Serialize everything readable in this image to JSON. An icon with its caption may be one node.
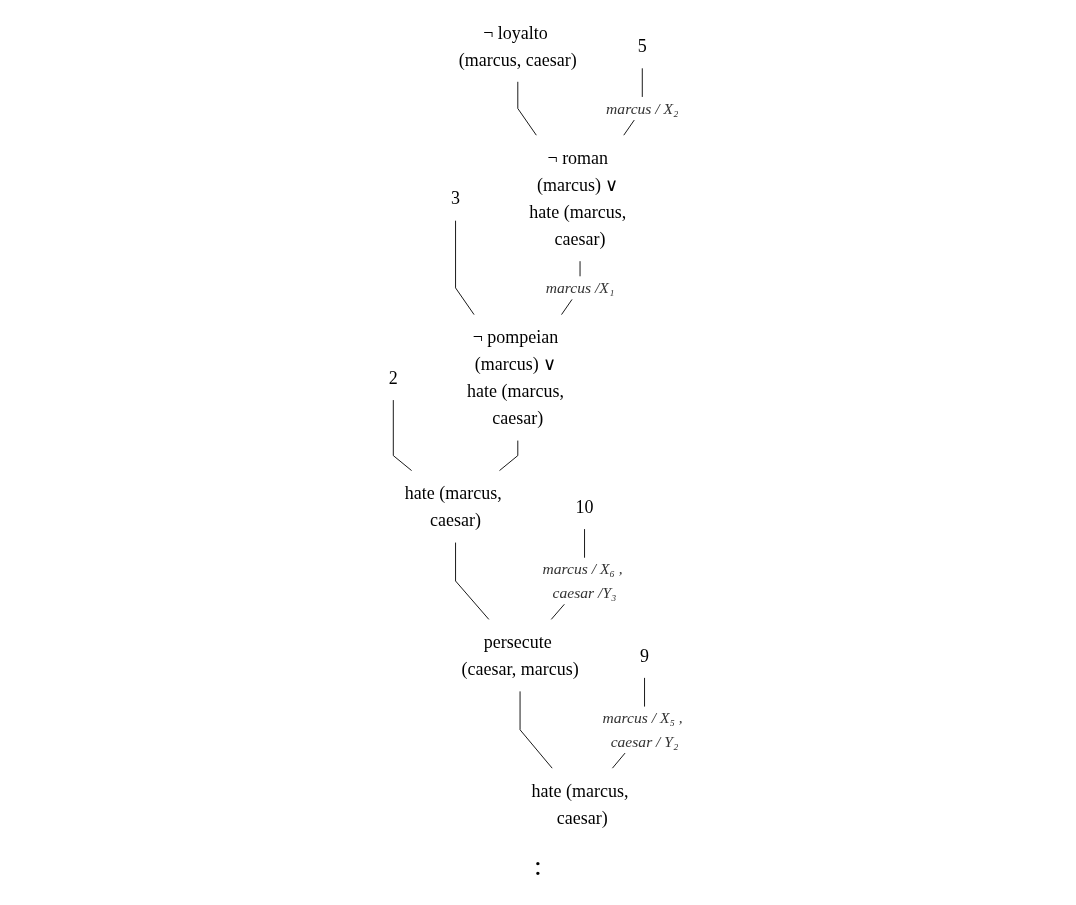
{
  "diagram": {
    "nodes": [
      {
        "text": [
          "¬ loyalto (marcus, caesar)"
        ]
      },
      {
        "text": [
          "5"
        ]
      },
      {
        "text": [
          "¬ roman (marcus) ∨ hate (marcus, caesar)"
        ]
      },
      {
        "text": [
          "3"
        ]
      },
      {
        "text": [
          "¬ pompeian (marcus) ∨ hate (marcus, caesar)"
        ]
      },
      {
        "text": [
          "2"
        ]
      },
      {
        "text": [
          "hate (marcus, caesar)"
        ]
      },
      {
        "text": [
          "10"
        ]
      },
      {
        "text": [
          "persecute (caesar, marcus)"
        ]
      },
      {
        "text": [
          "9"
        ]
      },
      {
        "text": [
          "hate (marcus, caesar)"
        ]
      }
    ],
    "edges": [
      {
        "from": 0,
        "to": 2,
        "arrow": "none"
      },
      {
        "from": 1,
        "to": 2,
        "arrow": "none",
        "label": "marcus / X₂"
      },
      {
        "from": 3,
        "to": 4,
        "arrow": "none"
      },
      {
        "from": 2,
        "to": 4,
        "arrow": "none",
        "label": "marcus /X₁"
      },
      {
        "from": 5,
        "to": 6,
        "arrow": "none"
      },
      {
        "from": 4,
        "to": 6,
        "arrow": "none"
      },
      {
        "from": 6,
        "to": 8,
        "arrow": "none"
      },
      {
        "from": 7,
        "to": 8,
        "arrow": "none",
        "label": "marcus / X₆ , caesar /Y₃"
      },
      {
        "from": 8,
        "to": 10,
        "arrow": "none"
      },
      {
        "from": 9,
        "to": 10,
        "arrow": "none",
        "label": "marcus / X₅ , caesar / Y₂"
      }
    ],
    "labels": [
      ":"
    ]
  }
}
